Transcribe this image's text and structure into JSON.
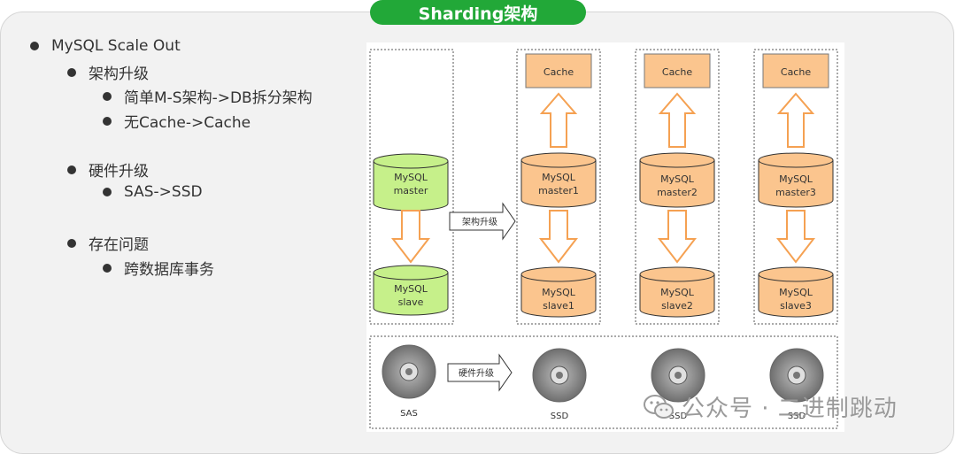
{
  "title": "Sharding架构",
  "bullets": {
    "l1": "MySQL Scale Out",
    "arch": "架构升级",
    "arch_a": "简单M-S架构->DB拆分架构",
    "arch_b": "无Cache->Cache",
    "hw": "硬件升级",
    "hw_a": "SAS->SSD",
    "issue": "存在问题",
    "issue_a": "跨数据库事务"
  },
  "diagram": {
    "upgrade_arch_label": "架构升级",
    "upgrade_hw_label": "硬件升级",
    "legacy": {
      "master_line1": "MySQL",
      "master_line2": "master",
      "slave_line1": "MySQL",
      "slave_line2": "slave"
    },
    "shards": [
      {
        "cache": "Cache",
        "master_line1": "MySQL",
        "master_line2": "master1",
        "slave_line1": "MySQL",
        "slave_line2": "slave1"
      },
      {
        "cache": "Cache",
        "master_line1": "MySQL",
        "master_line2": "master2",
        "slave_line1": "MySQL",
        "slave_line2": "slave2"
      },
      {
        "cache": "Cache",
        "master_line1": "MySQL",
        "master_line2": "master3",
        "slave_line1": "MySQL",
        "slave_line2": "slave3"
      }
    ],
    "disks": [
      "SAS",
      "SSD",
      "SSD",
      "SSD"
    ]
  },
  "watermark": {
    "text": "公众号 · 二进制跳动"
  },
  "colors": {
    "green_accent": "#22a838",
    "green_db": "#c6f08a",
    "orange_db": "#fbc58e",
    "orange_stroke": "#f5a152",
    "disk_gray": "#8c8c8c"
  }
}
